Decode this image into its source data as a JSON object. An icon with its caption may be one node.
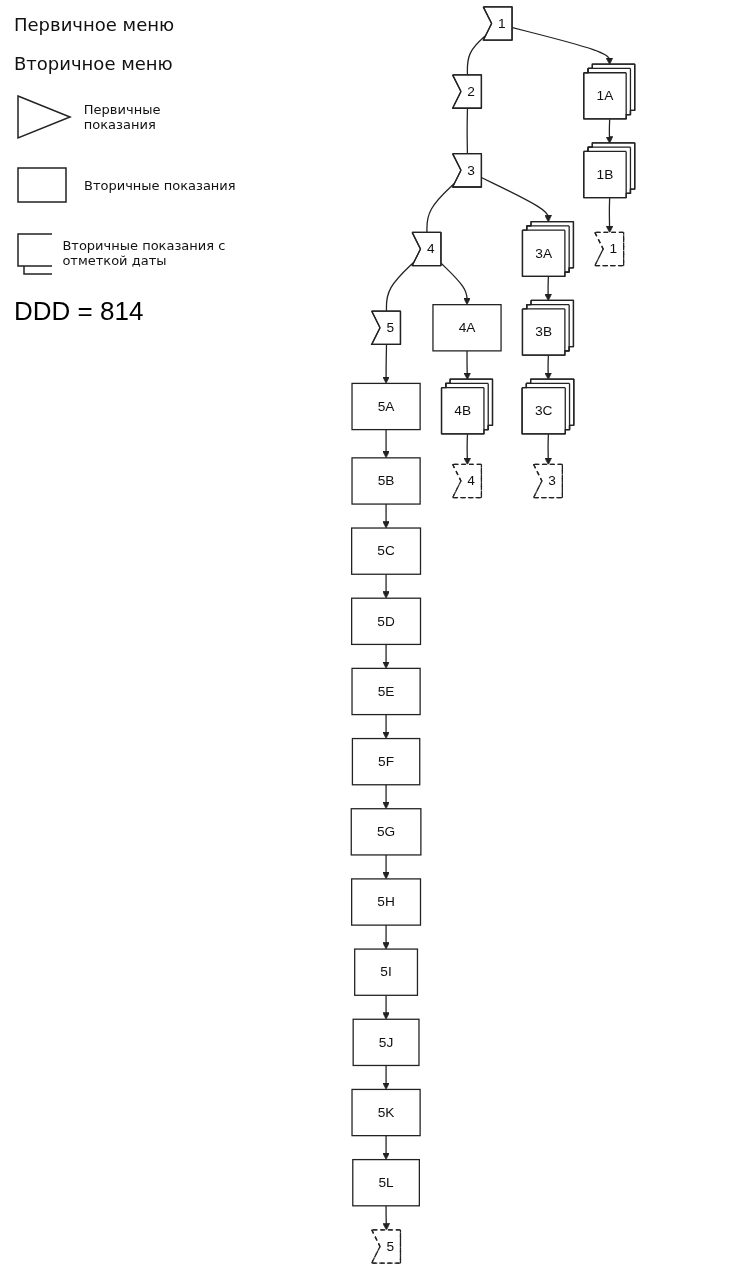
{
  "diagram": {
    "nodes": [
      {
        "text": [
          "1"
        ]
      },
      {
        "text": [
          "2"
        ]
      },
      {
        "text": [
          "3"
        ]
      },
      {
        "text": [
          "4"
        ]
      },
      {
        "text": [
          "5"
        ]
      },
      {
        "text": [
          "1A"
        ]
      },
      {
        "text": [
          "1B"
        ]
      },
      {
        "text": [
          "1"
        ]
      },
      {
        "text": [
          "3A"
        ]
      },
      {
        "text": [
          "3B"
        ]
      },
      {
        "text": [
          "3C"
        ]
      },
      {
        "text": [
          "3"
        ]
      },
      {
        "text": [
          "4A"
        ]
      },
      {
        "text": [
          "4B"
        ]
      },
      {
        "text": [
          "4"
        ]
      },
      {
        "text": [
          "5A"
        ]
      },
      {
        "text": [
          "5B"
        ]
      },
      {
        "text": [
          "5C"
        ]
      },
      {
        "text": [
          "5D"
        ]
      },
      {
        "text": [
          "5E"
        ]
      },
      {
        "text": [
          "5F"
        ]
      },
      {
        "text": [
          "5G"
        ]
      },
      {
        "text": [
          "5H"
        ]
      },
      {
        "text": [
          "5I"
        ]
      },
      {
        "text": [
          "5J"
        ]
      },
      {
        "text": [
          "5K"
        ]
      },
      {
        "text": [
          "5L"
        ]
      },
      {
        "text": [
          "5"
        ]
      }
    ],
    "edges": [
      {
        "from": 0,
        "to": 1,
        "arrow": "none"
      },
      {
        "from": 1,
        "to": 2,
        "arrow": "none"
      },
      {
        "from": 2,
        "to": 3,
        "arrow": "none"
      },
      {
        "from": 3,
        "to": 4,
        "arrow": "none"
      },
      {
        "from": 0,
        "to": 5,
        "arrow": "to"
      },
      {
        "from": 5,
        "to": 6,
        "arrow": "to"
      },
      {
        "from": 6,
        "to": 7,
        "arrow": "to"
      },
      {
        "from": 2,
        "to": 8,
        "arrow": "to"
      },
      {
        "from": 8,
        "to": 9,
        "arrow": "to"
      },
      {
        "from": 9,
        "to": 10,
        "arrow": "to"
      },
      {
        "from": 10,
        "to": 11,
        "arrow": "to"
      },
      {
        "from": 3,
        "to": 12,
        "arrow": "to"
      },
      {
        "from": 12,
        "to": 13,
        "arrow": "to"
      },
      {
        "from": 13,
        "to": 14,
        "arrow": "to"
      },
      {
        "from": 4,
        "to": 15,
        "arrow": "to"
      },
      {
        "from": 15,
        "to": 16,
        "arrow": "to"
      },
      {
        "from": 16,
        "to": 17,
        "arrow": "to"
      },
      {
        "from": 17,
        "to": 18,
        "arrow": "to"
      },
      {
        "from": 18,
        "to": 19,
        "arrow": "to"
      },
      {
        "from": 19,
        "to": 20,
        "arrow": "to"
      },
      {
        "from": 20,
        "to": 21,
        "arrow": "to"
      },
      {
        "from": 21,
        "to": 22,
        "arrow": "to"
      },
      {
        "from": 22,
        "to": 23,
        "arrow": "to"
      },
      {
        "from": 23,
        "to": 24,
        "arrow": "to"
      },
      {
        "from": 24,
        "to": 25,
        "arrow": "to"
      },
      {
        "from": 25,
        "to": 26,
        "arrow": "to"
      },
      {
        "from": 26,
        "to": 27,
        "arrow": "to"
      }
    ],
    "labels": [
      "Первичное меню",
      "Вторичное меню",
      "DDD = 814"
    ],
    "legend": [
      {
        "text": "Первичные показания"
      },
      {
        "text": "Вторичные показания"
      },
      {
        "text": "Вторичные показания с отметкой даты"
      }
    ]
  }
}
